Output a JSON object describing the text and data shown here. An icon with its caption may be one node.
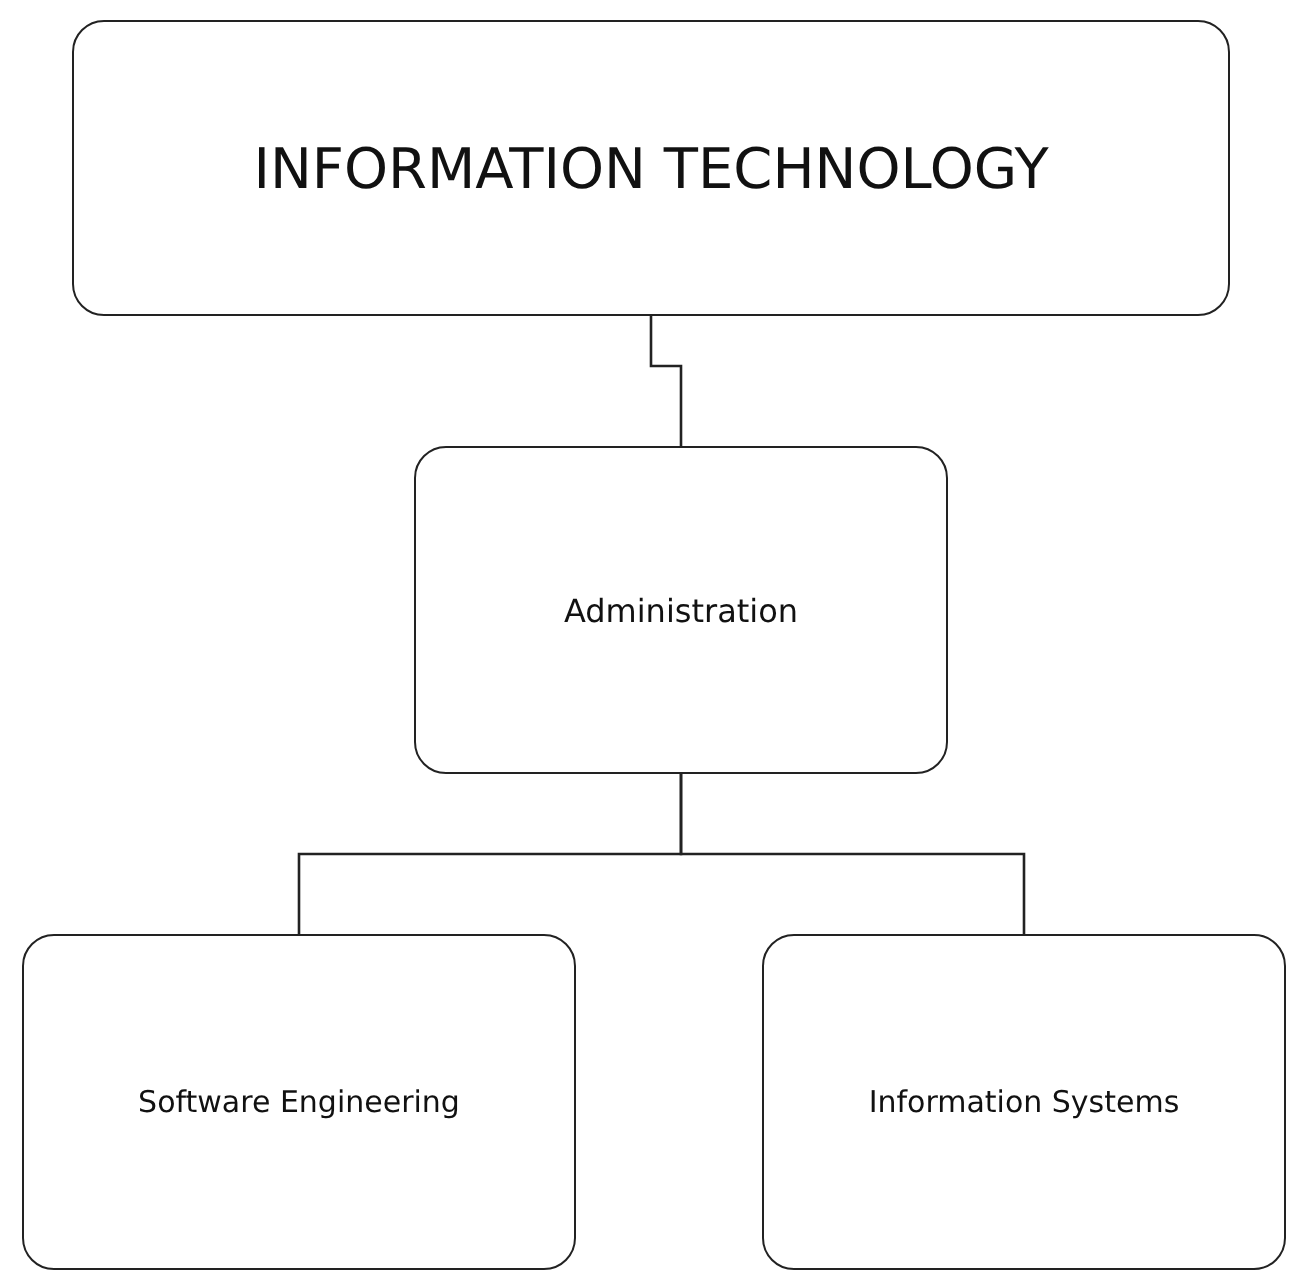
{
  "diagram": {
    "nodes": [
      {
        "text": [
          "INFORMATION TECHNOLOGY"
        ]
      },
      {
        "text": [
          "Administration"
        ]
      },
      {
        "text": [
          "Software Engineering"
        ]
      },
      {
        "text": [
          "Information Systems"
        ]
      }
    ],
    "edges": [
      {
        "from": 0,
        "to": 1,
        "arrow": "none"
      },
      {
        "from": 1,
        "to": 2,
        "arrow": "none"
      },
      {
        "from": 1,
        "to": 3,
        "arrow": "none"
      }
    ]
  }
}
